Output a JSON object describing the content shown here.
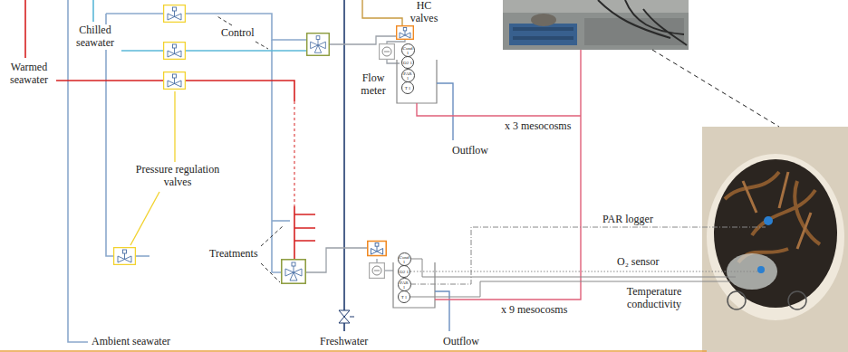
{
  "diagram": {
    "nodes": [
      {
        "text": [
          "Cond 1"
        ]
      },
      {
        "text": [
          "O2 1"
        ]
      },
      {
        "text": [
          "PAR 1"
        ]
      },
      {
        "text": [
          "T 1"
        ]
      },
      {
        "text": [
          "Cond 1"
        ]
      },
      {
        "text": [
          "O2 1"
        ]
      },
      {
        "text": [
          "PAR 1"
        ]
      },
      {
        "text": [
          "T 1"
        ]
      }
    ],
    "labels": [
      "HC valves",
      "Chilled seawater",
      "Control",
      "Warmed seawater",
      "Flow meter",
      "x 3 mesocosms",
      "Outflow",
      "Pressure regulation valves",
      "PAR logger",
      "Treatments",
      "O₂ sensor",
      "Temperature conductivity",
      "x 9 mesocosms",
      "Ambient seawater",
      "Freshwater",
      "Outflow"
    ]
  }
}
